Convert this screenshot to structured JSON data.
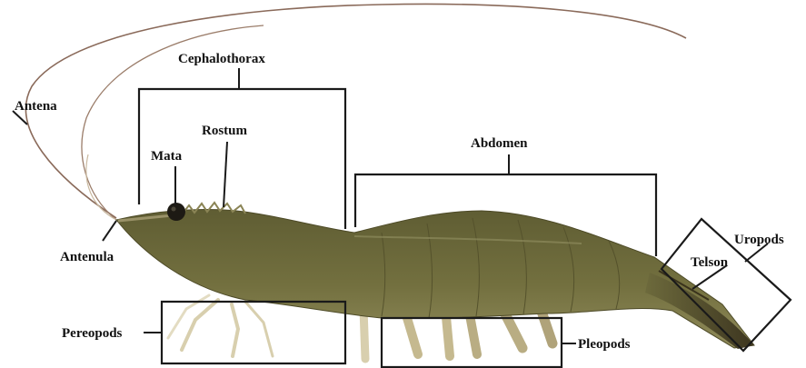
{
  "diagram": {
    "labels": {
      "cephalothorax": "Cephalothorax",
      "rostum": "Rostum",
      "mata": "Mata",
      "antena": "Antena",
      "antenula": "Antenula",
      "abdomen": "Abdomen",
      "uropods": "Uropods",
      "telson": "Telson",
      "pereopods": "Pereopods",
      "pleopods": "Pleopods"
    }
  },
  "colors": {
    "background": "#ffffff",
    "label_text": "#111111",
    "bracket_lines": "#1a1a1a",
    "shrimp_body": "#6b6a3a",
    "shrimp_legs": "#d8cfae",
    "antenna": "#8a6a5a"
  }
}
